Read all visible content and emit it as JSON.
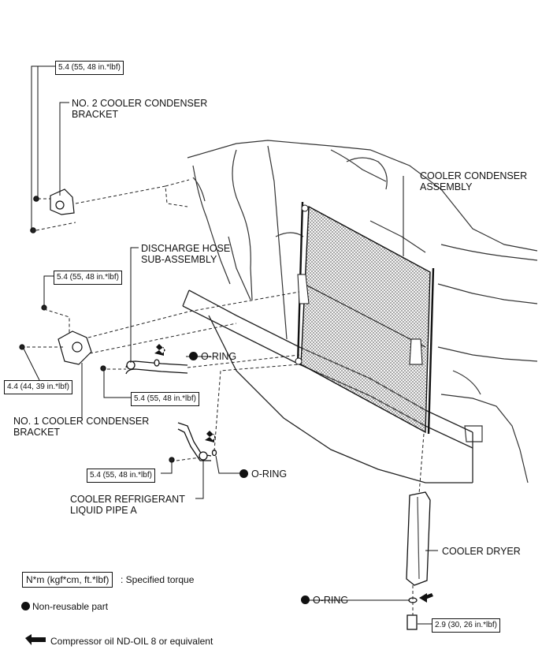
{
  "parts": {
    "no2_bracket": [
      "NO. 2 COOLER CONDENSER",
      "BRACKET"
    ],
    "condenser": [
      "COOLER CONDENSER",
      "ASSEMBLY"
    ],
    "discharge_hose": [
      "DISCHARGE HOSE",
      "SUB-ASSEMBLY"
    ],
    "no1_bracket": [
      "NO. 1 COOLER CONDENSER",
      "BRACKET"
    ],
    "liquid_pipe": [
      "COOLER REFRIGERANT",
      "LIQUID PIPE A"
    ],
    "dryer": "COOLER DRYER",
    "oring": "O-RING"
  },
  "torques": {
    "t_no2_bracket": "5.4 (55, 48 in.*lbf)",
    "t_no1_top": "5.4 (55, 48 in.*lbf)",
    "t_no1_side": "4.4 (44, 39 in.*lbf)",
    "t_hose": "5.4 (55, 48 in.*lbf)",
    "t_pipe": "5.4 (55, 48 in.*lbf)",
    "t_dryer": "2.9 (30, 26 in.*lbf)"
  },
  "legend": {
    "torque_box": "N*m (kgf*cm, ft.*lbf)",
    "torque_desc": ": Specified torque",
    "nonreusable": "Non-reusable part",
    "oil": "Compressor oil ND-OIL 8 or equivalent"
  }
}
